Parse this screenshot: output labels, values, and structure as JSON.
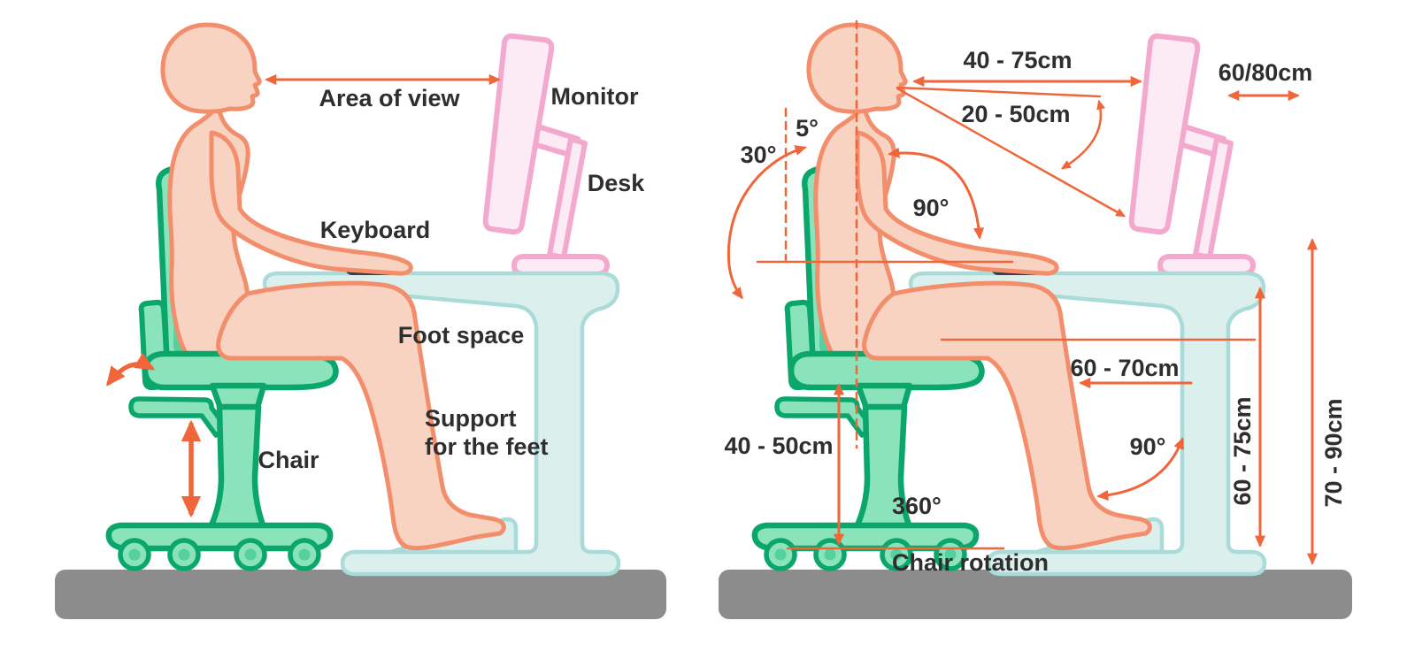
{
  "left_diagram": {
    "labels": {
      "area_of_view": "Area of view",
      "monitor": "Monitor",
      "desk": "Desk",
      "keyboard": "Keyboard",
      "foot_space": "Foot space",
      "foot_support": "Support\nfor the feet",
      "chair": "Chair"
    }
  },
  "right_diagram": {
    "measurements": {
      "eye_to_screen_max": "40 - 75cm",
      "eye_to_screen_min": "20 - 50cm",
      "desk_depth": "60/80cm",
      "head_tilt_angle": "5°",
      "backrest_recline_angle": "30°",
      "elbow_angle": "90°",
      "legroom_depth": "60 - 70cm",
      "seat_height": "40 - 50cm",
      "chair_rotation_angle": "360°",
      "chair_rotation_label": "Chair rotation",
      "knee_angle": "90°",
      "underdesk_clearance": "60 - 75cm",
      "desk_height": "70 - 90cm"
    }
  },
  "colors": {
    "skin": "#F9D3C2",
    "skin_outline": "#F28E6C",
    "chair": "#8AE3BB",
    "chair_shade": "#56D09E",
    "chair_outline": "#0AA66B",
    "desk": "#DBEFEC",
    "desk_outline": "#A9DCD8",
    "monitor": "#FCEBF4",
    "monitor_outline": "#F3A9CD",
    "keyboard": "#3E3E3E",
    "arrow": "#F0653A",
    "floor": "#8C8C8C",
    "text": "#2E2E2E",
    "background": "#FFFFFF"
  }
}
